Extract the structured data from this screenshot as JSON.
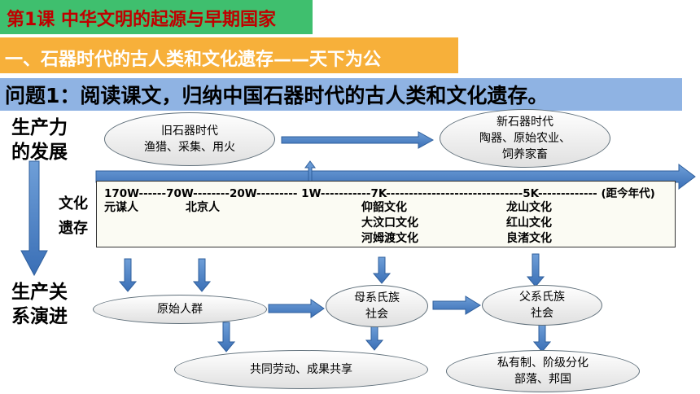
{
  "lesson_title": "第1课  中华文明的起源与早期国家",
  "section_title": "一、石器时代的古人类和文化遗存——天下为公",
  "question": "问题1：阅读课文，归纳中国石器时代的古人类和文化遗存。",
  "left_labels": {
    "productivity": [
      "生产力",
      "的发展"
    ],
    "relations": [
      "生产关",
      "系演进"
    ],
    "culture": [
      "文化",
      "遗存"
    ]
  },
  "paleolithic": {
    "title": "旧石器时代",
    "desc": "渔猎、采集、用火"
  },
  "neolithic": {
    "title": "新石器时代",
    "desc1": "陶器、原始农业、",
    "desc2": "饲养家畜"
  },
  "timeline": {
    "scale": "170W------70W--------20W--------- 1W-----------7K------------------------------5K------------- (距今年代)",
    "sites_170w": "元谋人",
    "sites_70w": "北京人",
    "sites_7k": [
      "仰韶文化",
      "大汶口文化",
      "河姆渡文化"
    ],
    "sites_5k": [
      "龙山文化",
      "红山文化",
      "良渚文化"
    ]
  },
  "stages": {
    "primitive_group": "原始人群",
    "matriarchal": [
      "母系氏族",
      "社会"
    ],
    "patriarchal": [
      "父系氏族",
      "社会"
    ],
    "common_labor": "共同劳动、成果共享",
    "private": [
      "私有制、阶级分化",
      "部落、邦国"
    ]
  }
}
